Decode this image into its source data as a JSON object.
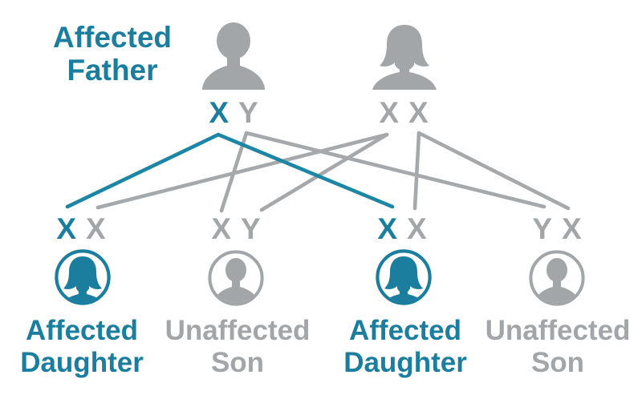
{
  "colors": {
    "affected_teal": "#1b7e9e",
    "unaffected_gray": "#a3a6a8"
  },
  "father": {
    "label_line1": "Affected",
    "label_line2": "Father",
    "allele1": "X",
    "allele2": "Y"
  },
  "mother": {
    "allele1": "X",
    "allele2": "X"
  },
  "children": [
    {
      "allele1": "X",
      "allele2": "X",
      "label_line1": "Affected",
      "label_line2": "Daughter",
      "affected": true,
      "sex": "female"
    },
    {
      "allele1": "X",
      "allele2": "Y",
      "label_line1": "Unaffected",
      "label_line2": "Son",
      "affected": false,
      "sex": "male"
    },
    {
      "allele1": "X",
      "allele2": "X",
      "label_line1": "Affected",
      "label_line2": "Daughter",
      "affected": true,
      "sex": "female"
    },
    {
      "allele1": "Y",
      "allele2": "X",
      "label_line1": "Unaffected",
      "label_line2": "Son",
      "affected": false,
      "sex": "male"
    }
  ]
}
